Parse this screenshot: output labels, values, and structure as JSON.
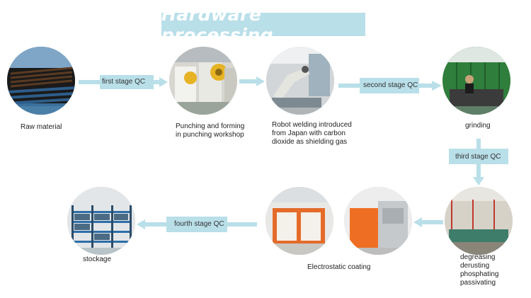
{
  "title": "Hardware processing",
  "colors": {
    "accent": "#b9dfe9",
    "text_on_accent": "#ffffff"
  },
  "steps": {
    "raw_material": "Raw material",
    "punching": [
      "Punching and forming",
      "in punching workshop"
    ],
    "welding": [
      "Robot welding introduced",
      "from Japan with carbon",
      "dioxide as shielding gas"
    ],
    "grinding": "grinding",
    "treatment": [
      "degreasing",
      "derusting",
      "phosphating",
      "passivating"
    ],
    "coating": "Electrostatic coating",
    "stockage": "stockage"
  },
  "qc": {
    "first": "first stage QC",
    "second": "second stage QC",
    "third": "third stage QC",
    "fourth": "fourth stage QC"
  }
}
